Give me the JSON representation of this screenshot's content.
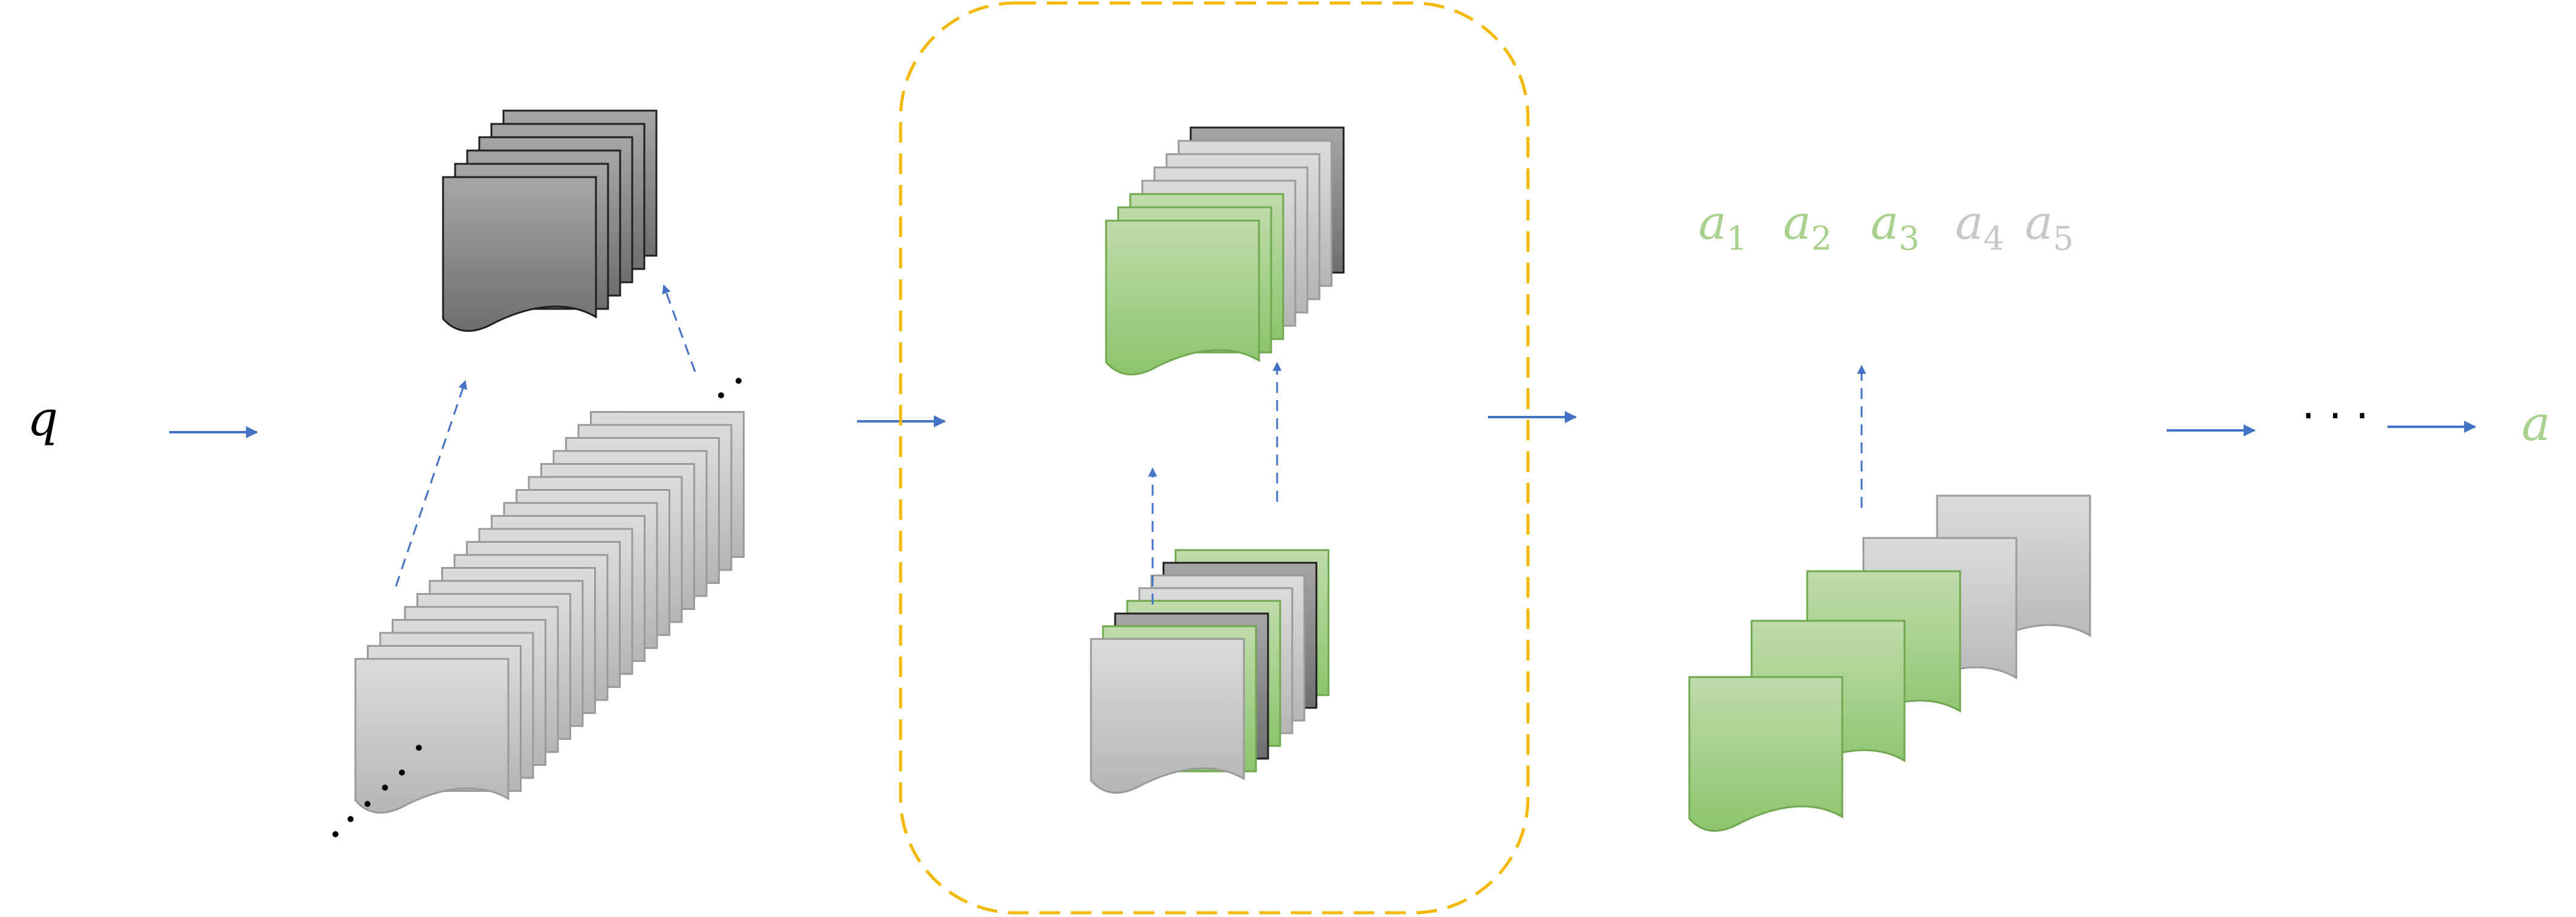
{
  "labels": {
    "query": "q",
    "answer": "a",
    "ellipsis": "· · ·",
    "candidates": [
      {
        "base": "a",
        "sub": "1"
      },
      {
        "base": "a",
        "sub": "2"
      },
      {
        "base": "a",
        "sub": "3"
      },
      {
        "base": "a",
        "sub": "4"
      },
      {
        "base": "a",
        "sub": "5"
      }
    ]
  },
  "colors": {
    "arrow": "#4472c4",
    "dashed_box": "#f5b800",
    "doc_dark": "#8a8a8a",
    "doc_light": "#cfcfcf",
    "doc_green": "#a9d18e",
    "label_green": "#a9d18e",
    "label_gray": "#c8c8c8",
    "text": "#000000"
  }
}
